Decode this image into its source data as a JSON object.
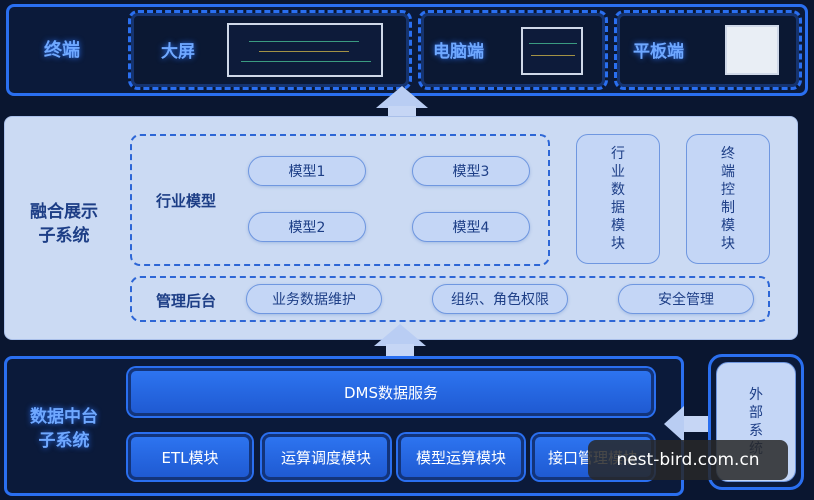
{
  "top": {
    "label": "终端",
    "cards": [
      {
        "label": "大屏"
      },
      {
        "label": "电脑端"
      },
      {
        "label": "平板端"
      }
    ]
  },
  "middle": {
    "title_line1": "融合展示",
    "title_line2": "子系统",
    "industry_label": "行业模型",
    "models": [
      "模型1",
      "模型3",
      "模型2",
      "模型4"
    ],
    "side_boxes": [
      {
        "chars": [
          "行",
          "业",
          "数",
          "据",
          "模",
          "块"
        ]
      },
      {
        "chars": [
          "终",
          "端",
          "控",
          "制",
          "模",
          "块"
        ]
      }
    ],
    "admin_label": "管理后台",
    "admin_items": [
      "业务数据维护",
      "组织、角色权限",
      "安全管理"
    ]
  },
  "bottom": {
    "label_line1": "数据中台",
    "label_line2": "子系统",
    "dms": "DMS数据服务",
    "modules": [
      "ETL模块",
      "运算调度模块",
      "模型运算模块",
      "接口管理模块"
    ],
    "external_chars": [
      "外",
      "部",
      "系",
      "统"
    ]
  },
  "watermark": "nest-bird.com.cn",
  "colors": {
    "accent": "#2a6ff0",
    "panel": "#cbdaf3",
    "dark_bg": "#0a1630"
  }
}
